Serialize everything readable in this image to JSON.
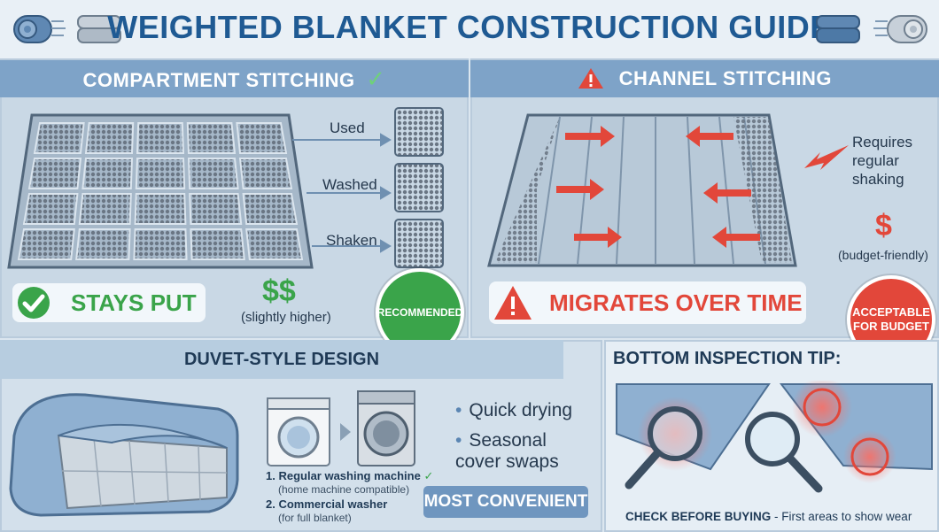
{
  "header": {
    "title": "WEIGHTED BLANKET CONSTRUCTION GUIDE"
  },
  "compartment": {
    "title": "COMPARTMENT STITCHING",
    "callouts": [
      "Used",
      "Washed",
      "Shaken"
    ],
    "status": "STAYS PUT",
    "price": "$$",
    "price_note": "(slightly higher)",
    "badge": "RECOMMENDED"
  },
  "channel": {
    "title": "CHANNEL STITCHING",
    "note": "Requires regular shaking",
    "price": "$",
    "price_note": "(budget-friendly)",
    "status": "MIGRATES OVER TIME",
    "badge": "ACCEPTABLE FOR BUDGET"
  },
  "duvet": {
    "title": "DUVET-STYLE DESIGN",
    "options": [
      {
        "label": "1. Regular washing machine",
        "sub": "(home machine compatible)"
      },
      {
        "label": "2. Commercial washer",
        "sub": "(for full blanket)"
      }
    ],
    "benefits": [
      "Quick drying",
      "Seasonal cover swaps"
    ],
    "badge": "MOST CONVENIENT"
  },
  "inspection": {
    "title": "BOTTOM INSPECTION TIP:",
    "caption_bold": "CHECK BEFORE BUYING",
    "caption_rest": " - First areas to show wear"
  },
  "colors": {
    "green": "#3aa44a",
    "red": "#e2473a",
    "blue_bar": "#7ea3c8",
    "title_blue": "#1f5a93"
  }
}
